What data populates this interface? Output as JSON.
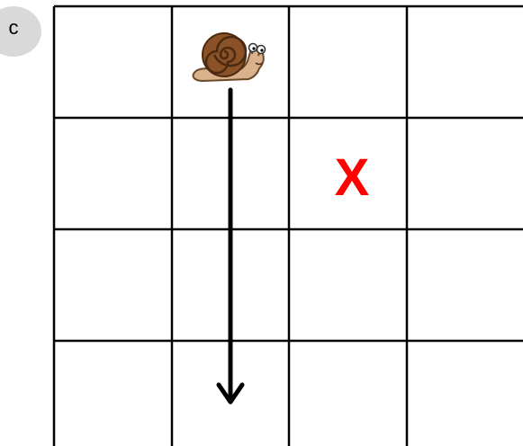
{
  "panel": {
    "label": "c"
  },
  "grid": {
    "rows": 4,
    "columns": 4,
    "line_color": "#000000"
  },
  "character": {
    "icon": "snail-icon",
    "row": 1,
    "column": 2
  },
  "path": {
    "direction": "down",
    "from": {
      "row": 1,
      "column": 2
    },
    "to": {
      "row": 4,
      "column": 2
    }
  },
  "target": {
    "symbol": "X",
    "row": 2,
    "column": 3,
    "color": "#ff0000"
  }
}
